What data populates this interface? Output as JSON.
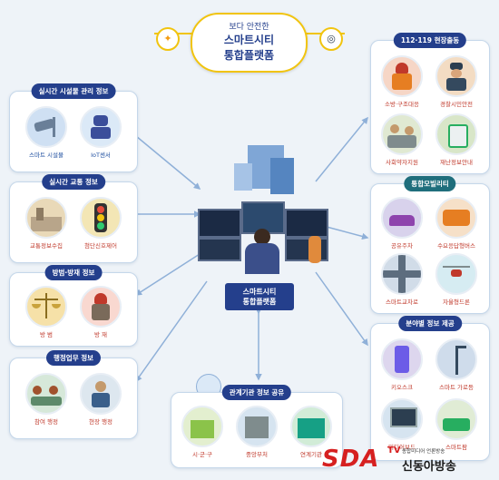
{
  "title": {
    "line1": "보다 안전한",
    "line2": "스마트시티",
    "line3": "통합플랫폼"
  },
  "center_label": {
    "line1": "스마트시티",
    "line2": "통합플랫폼"
  },
  "left_panels": [
    {
      "title": "실시간 시설물 관리 정보",
      "items": [
        "스마트 시설물",
        "IoT센서"
      ]
    },
    {
      "title": "실시간 교통 정보",
      "items": [
        "교통정보수집",
        "첨단신호제어"
      ]
    },
    {
      "title": "방범·방재 정보",
      "items": [
        "방 범",
        "방 재"
      ]
    },
    {
      "title": "행정업무 정보",
      "items": [
        "참여 행정",
        "현장 행정"
      ]
    }
  ],
  "right_panels": [
    {
      "title": "112·119 현장출동",
      "items": [
        "소방·구조대응",
        "경찰시민안전",
        "사회약자지원",
        "재난정보안내"
      ]
    },
    {
      "title": "통합모빌리티",
      "items": [
        "공유주차",
        "수요응답형버스",
        "스마트교차로",
        "자율형드론"
      ]
    },
    {
      "title": "분야별 정보 제공",
      "items": [
        "키오스크",
        "스마트 가로등",
        "미디어보드",
        "스마트팜"
      ]
    }
  ],
  "bottom_panel": {
    "title": "관계기관 정보 공유",
    "items": [
      "시·군·구",
      "중앙부처",
      "연계기관"
    ]
  },
  "watermark": {
    "logo": "SDA",
    "tv": "TV",
    "sub": "종합미디어 언론방송",
    "name": "신동아방송"
  },
  "colors": {
    "navy": "#243f8c",
    "teal": "#1f6e7c",
    "red": "#c0392b",
    "gold": "#f1c40f",
    "arrow": "#8fb0d8"
  }
}
